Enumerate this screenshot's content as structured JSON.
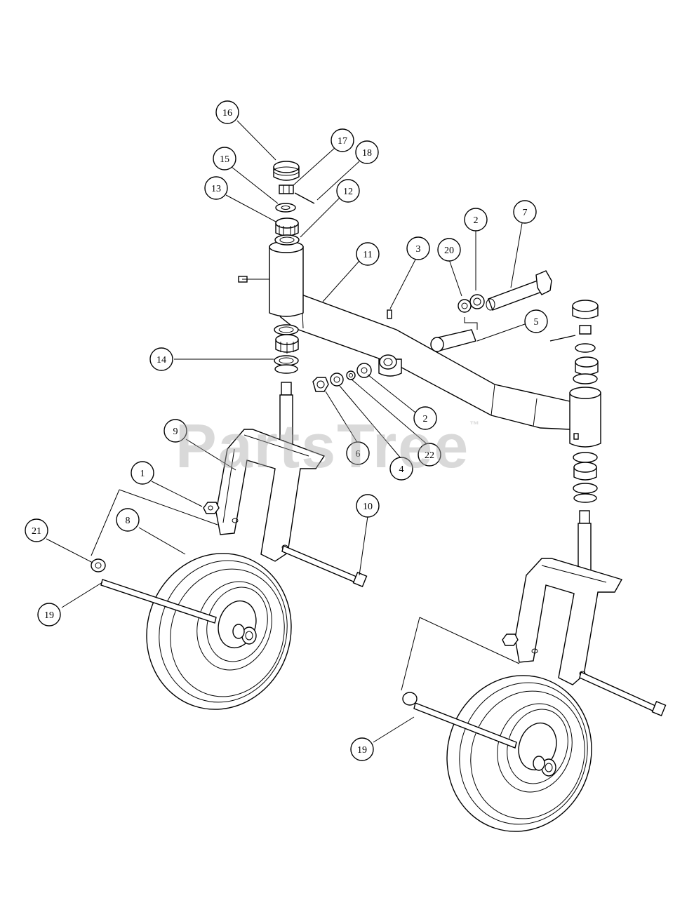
{
  "watermark": {
    "text": "PartsTree",
    "mark": "™"
  },
  "callouts": [
    {
      "id": "c16",
      "label": "16"
    },
    {
      "id": "c17",
      "label": "17"
    },
    {
      "id": "c18",
      "label": "18"
    },
    {
      "id": "c15",
      "label": "15"
    },
    {
      "id": "c13",
      "label": "13"
    },
    {
      "id": "c12",
      "label": "12"
    },
    {
      "id": "c11",
      "label": "11"
    },
    {
      "id": "c3",
      "label": "3"
    },
    {
      "id": "c20",
      "label": "20"
    },
    {
      "id": "c2a",
      "label": "2"
    },
    {
      "id": "c7",
      "label": "7"
    },
    {
      "id": "c5",
      "label": "5"
    },
    {
      "id": "c14",
      "label": "14"
    },
    {
      "id": "c9",
      "label": "9"
    },
    {
      "id": "c6",
      "label": "6"
    },
    {
      "id": "c4",
      "label": "4"
    },
    {
      "id": "c22",
      "label": "22"
    },
    {
      "id": "c2b",
      "label": "2"
    },
    {
      "id": "c1",
      "label": "1"
    },
    {
      "id": "c10",
      "label": "10"
    },
    {
      "id": "c21",
      "label": "21"
    },
    {
      "id": "c8",
      "label": "8"
    },
    {
      "id": "c19a",
      "label": "19"
    },
    {
      "id": "c19b",
      "label": "19"
    }
  ]
}
